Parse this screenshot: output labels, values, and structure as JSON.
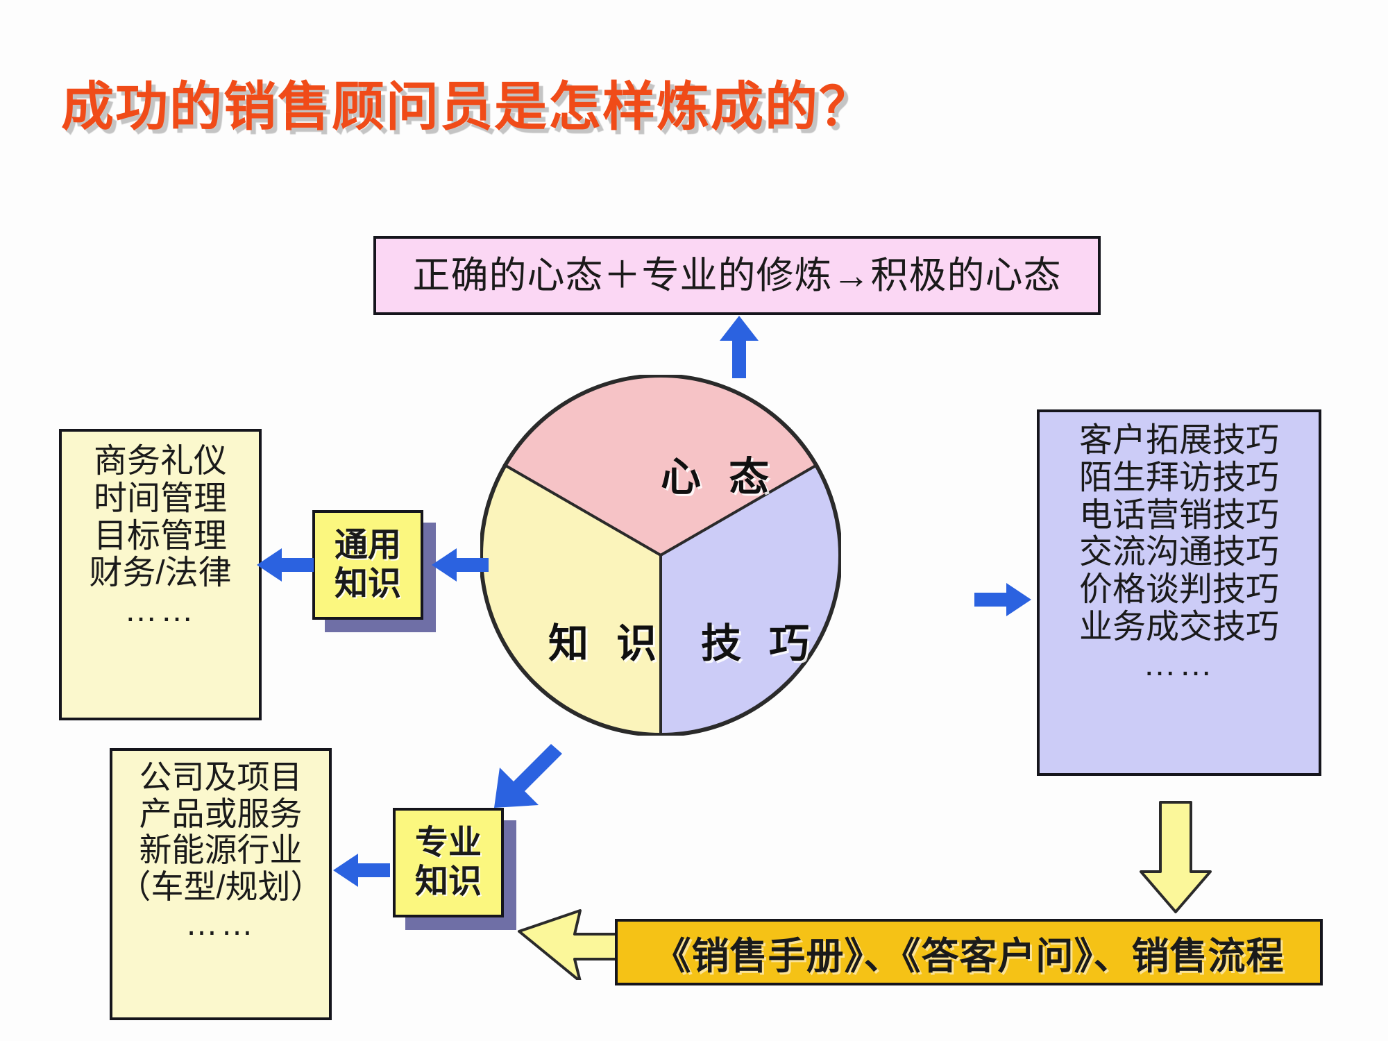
{
  "slide": {
    "title": "成功的销售顾问员是怎样炼成的？",
    "title_color": "#f04b18"
  },
  "mindset_formula": {
    "text": "正确的心态＋专业的修炼→积极的心态",
    "bg_color": "#fbd7f4"
  },
  "competency_pie": {
    "segments": [
      {
        "label": "心 态",
        "color": "#f6c3c6"
      },
      {
        "label": "知 识",
        "color": "#fbf4bb"
      },
      {
        "label": "技 巧",
        "color": "#ccccf7"
      }
    ]
  },
  "general_knowledge": {
    "tile_label_line1": "通用",
    "tile_label_line2": "知识",
    "items": [
      "商务礼仪",
      "时间管理",
      "目标管理",
      "财务/法律"
    ],
    "more": "……",
    "bg_color": "#fbf8cd"
  },
  "professional_knowledge": {
    "tile_label_line1": "专业",
    "tile_label_line2": "知识",
    "items": [
      "公司及项目",
      "产品或服务",
      "新能源行业",
      "（车型/规划）"
    ],
    "more": "……",
    "bg_color": "#fbf8cd"
  },
  "skills": {
    "items": [
      "客户拓展技巧",
      "陌生拜访技巧",
      "电话营销技巧",
      "交流沟通技巧",
      "价格谈判技巧",
      "业务成交技巧"
    ],
    "more": "……",
    "bg_color": "#ccccf7"
  },
  "deliverables": {
    "text": "《销售手册》、《答客户问》、销售流程",
    "bg_color": "#f5c216"
  },
  "icons": {
    "arrow_up": "arrow-up-icon",
    "arrow_left": "arrow-left-icon",
    "arrow_right": "arrow-right-icon",
    "arrow_down": "arrow-down-icon",
    "arrow_diagonal": "arrow-diagonal-icon"
  }
}
